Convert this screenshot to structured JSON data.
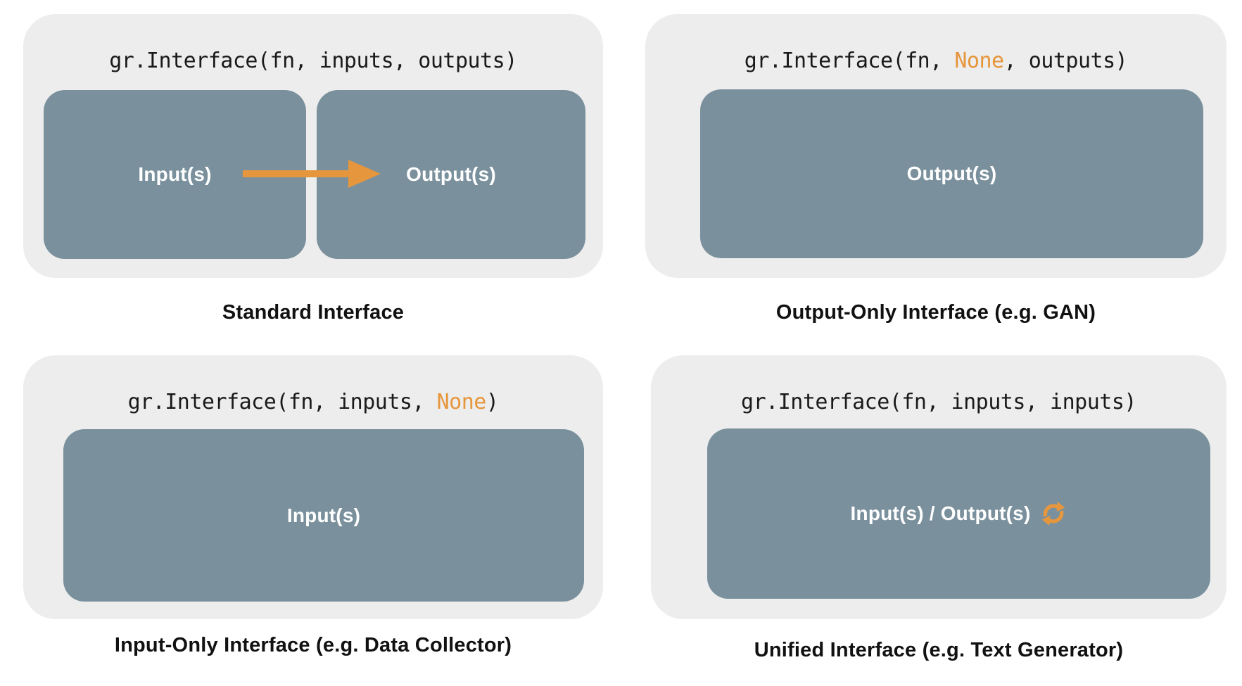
{
  "colors": {
    "page_bg": "#ffffff",
    "panel_bg": "#ededed",
    "box_bg": "#7a919d",
    "accent": "#e6963c",
    "code_text": "#1a1a1a",
    "caption_text": "#111111",
    "box_label_text": "#ffffff"
  },
  "panels": [
    {
      "name": "standard-interface",
      "code": [
        {
          "text": "gr.Interface(fn, inputs, outputs)",
          "highlight": false
        }
      ],
      "boxes": [
        {
          "label": "Input(s)"
        },
        {
          "label": "Output(s)"
        }
      ],
      "icons": [
        "arrow-right-icon"
      ],
      "caption": "Standard Interface"
    },
    {
      "name": "output-only-interface",
      "code": [
        {
          "text": "gr.Interface(fn, ",
          "highlight": false
        },
        {
          "text": "None",
          "highlight": true
        },
        {
          "text": ", outputs)",
          "highlight": false
        }
      ],
      "boxes": [
        {
          "label": "Output(s)"
        }
      ],
      "icons": [],
      "caption": "Output-Only Interface (e.g. GAN)"
    },
    {
      "name": "input-only-interface",
      "code": [
        {
          "text": "gr.Interface(fn, inputs, ",
          "highlight": false
        },
        {
          "text": "None",
          "highlight": true
        },
        {
          "text": ")",
          "highlight": false
        }
      ],
      "boxes": [
        {
          "label": "Input(s)"
        }
      ],
      "icons": [],
      "caption": "Input-Only Interface (e.g. Data Collector)"
    },
    {
      "name": "unified-interface",
      "code": [
        {
          "text": "gr.Interface(fn, inputs, inputs)",
          "highlight": false
        }
      ],
      "boxes": [
        {
          "label": "Input(s) / Output(s)"
        }
      ],
      "icons": [
        "sync-icon"
      ],
      "caption": "Unified Interface (e.g. Text Generator)"
    }
  ]
}
